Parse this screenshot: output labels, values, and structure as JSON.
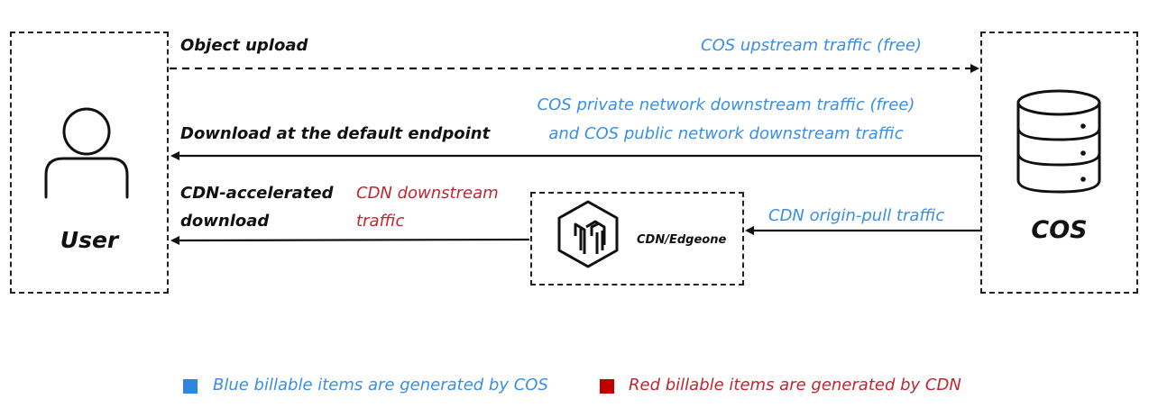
{
  "user": {
    "label": "User",
    "icon": "user-icon"
  },
  "cos": {
    "label": "COS",
    "icon": "database-icon"
  },
  "cdn": {
    "label": "CDN/Edgeone",
    "icon": "cdn-hexagon-icon"
  },
  "flows": {
    "upload": {
      "label": "Object upload",
      "traffic": "COS upstream traffic (free)"
    },
    "default_download": {
      "label": "Download at the default endpoint",
      "traffic_line1": "COS private network downstream traffic (free)",
      "traffic_line2": "and COS public network downstream traffic"
    },
    "cdn_download": {
      "label_line1": "CDN-accelerated",
      "label_line2": "download",
      "traffic_line1": "CDN downstream",
      "traffic_line2": "traffic",
      "origin_pull": "CDN origin-pull traffic"
    }
  },
  "legend": {
    "blue": {
      "text": "Blue billable items are generated by COS",
      "color": "#2f86e0"
    },
    "red": {
      "text": "Red billable items are generated by CDN",
      "color": "#c00000"
    }
  },
  "colors": {
    "cos_billing": "#3a8ee6",
    "cdn_billing": "#c0262d",
    "line": "#111111"
  }
}
